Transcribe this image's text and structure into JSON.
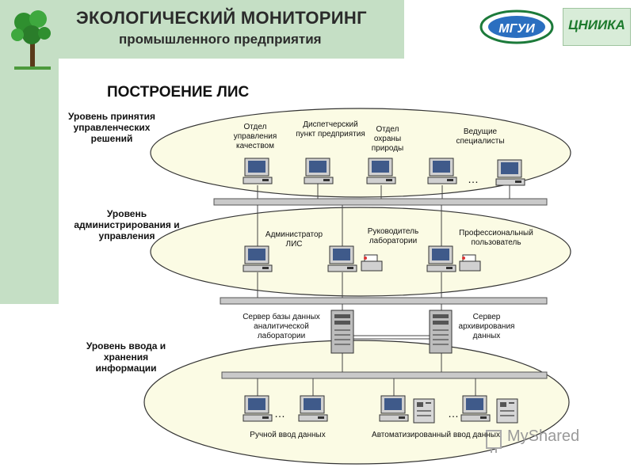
{
  "header": {
    "title": "ЭКОЛОГИЧЕСКИЙ МОНИТОРИНГ",
    "subtitle": "промышленного предприятия",
    "logo_left": "МГУИ",
    "logo_right": "ЦНИИКА"
  },
  "section_title": "ПОСТРОЕНИЕ ЛИС",
  "levels": {
    "top": "Уровень принятия управленческих решений",
    "middle": "Уровень администрирования и управления",
    "bottom": "Уровень ввода и хранения информации"
  },
  "nodes": {
    "quality": "Отдел управления качеством",
    "dispatch": "Диспетчерский пункт предприятия",
    "nature": "Отдел охраны природы",
    "leading": "Ведущие специалисты",
    "admin": "Администратор ЛИС",
    "lab_head": "Руководитель лаборатории",
    "pro_user": "Профессиональный пользователь",
    "db_server": "Сервер базы данных аналитической лаборатории",
    "archive_server": "Сервер архивирования данных",
    "manual": "Ручной ввод данных",
    "auto": "Автоматизированный ввод данных"
  },
  "ellipsis": "…",
  "watermark": "MyShared"
}
